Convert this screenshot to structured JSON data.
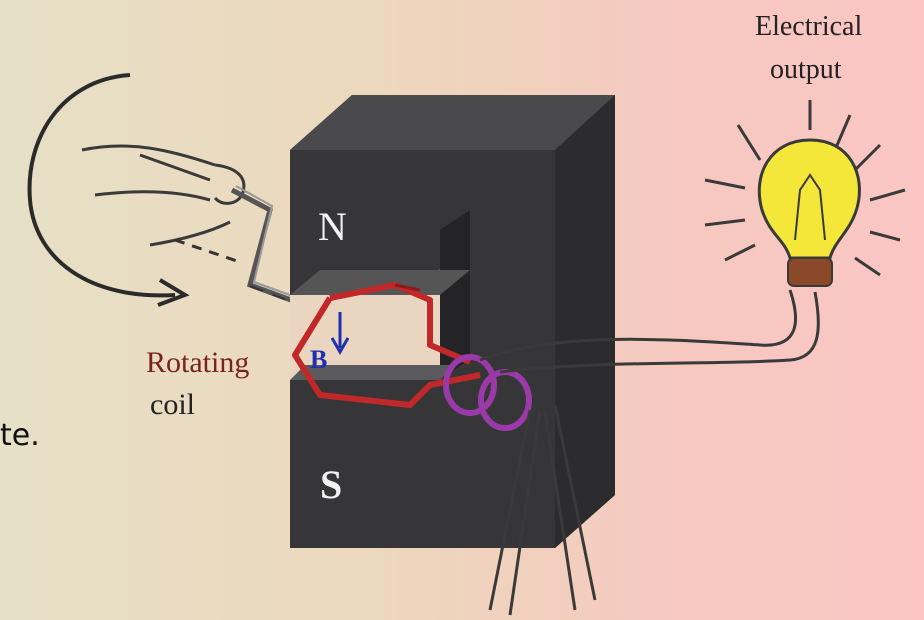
{
  "labels": {
    "electrical_output_line1": "Electrical",
    "electrical_output_line2": "output",
    "rotating_coil_line1": "Rotating",
    "rotating_coil_line2": "coil",
    "north_pole": "N",
    "south_pole": "S",
    "field_label": "B",
    "cut_off_text": "te."
  },
  "colors": {
    "magnet": "#3c3c3e",
    "magnet_face": "#2f2f31",
    "coil": "#c0282a",
    "slip_ring": "#9a3aa8",
    "field_label": "#1f2fb0",
    "coil_label": "#7b1f1f",
    "bulb": "#f5e63a"
  }
}
